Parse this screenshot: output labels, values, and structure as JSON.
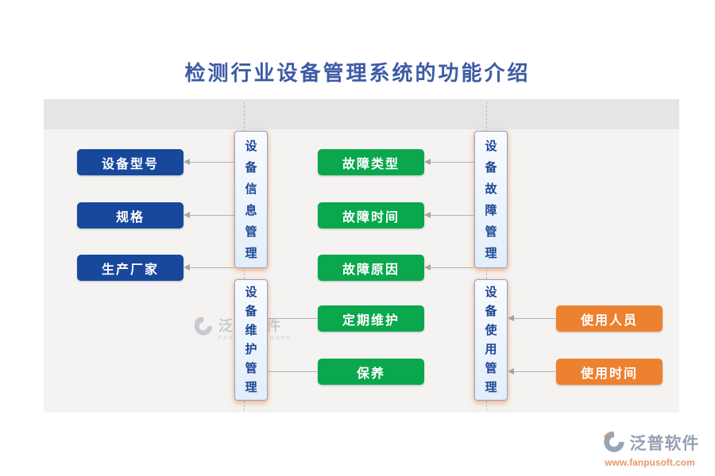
{
  "title": "检测行业设备管理系统的功能介绍",
  "groups": {
    "info": {
      "label": "设备信息管理",
      "items": [
        "设备型号",
        "规格",
        "生产厂家"
      ]
    },
    "fault": {
      "label": "设备故障管理",
      "items": [
        "故障类型",
        "故障时间",
        "故障原因"
      ]
    },
    "maint": {
      "label": "设备维护管理",
      "items": [
        "定期维护",
        "保养"
      ]
    },
    "usage": {
      "label": "设备使用管理",
      "items": [
        "使用人员",
        "使用时间"
      ]
    }
  },
  "watermark": {
    "name": "泛普软件",
    "sub": "FANPU SOFTWARE"
  },
  "logo": {
    "name": "泛普软件",
    "url": "www.fanpusoft.com"
  },
  "colors": {
    "title_blue": "#3d5ba6",
    "node_blue": "#17489c",
    "node_green": "#0aa74c",
    "node_orange": "#ec8130",
    "group_border": "#8aa5cd",
    "group_text": "#1d4796",
    "logo_gray_blue": "#97a0b4",
    "logo_url_orange": "#e9976a"
  }
}
